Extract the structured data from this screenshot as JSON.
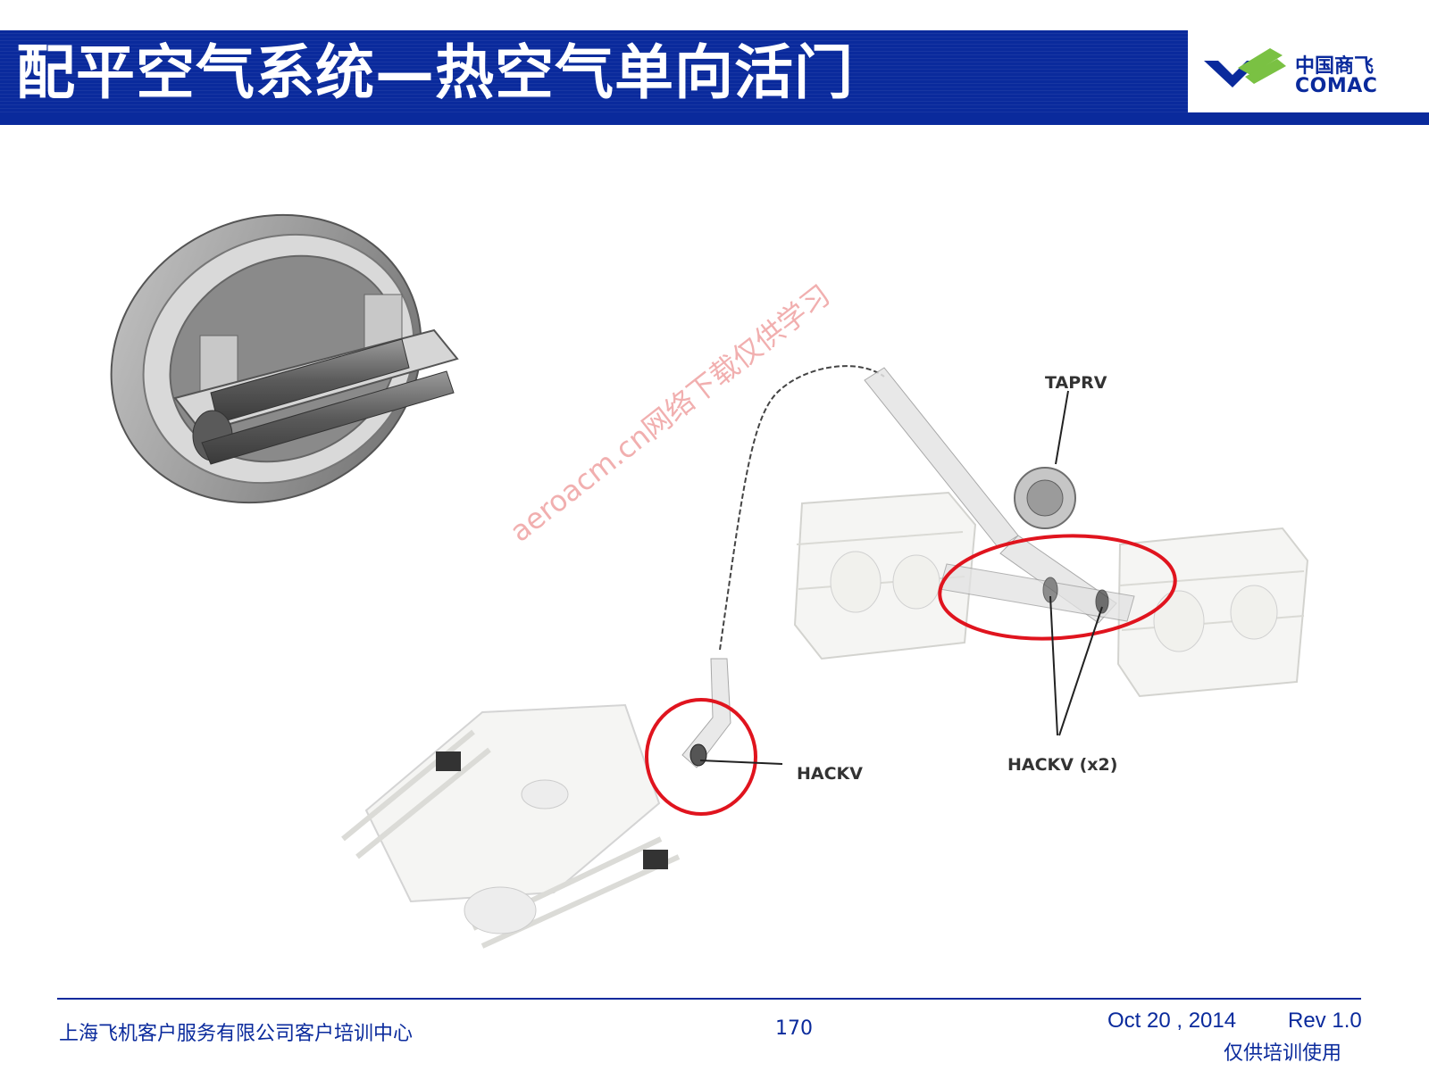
{
  "header": {
    "title": "配平空气系统—热空气单向活门",
    "logo_cn": "中国商飞",
    "logo_en": "COMAC"
  },
  "diagram": {
    "labels": {
      "taprv": "TAPRV",
      "hackv": "HACKV",
      "hackv_x2": "HACKV (x2)"
    },
    "watermark": "aeroacm.cn网络下载仅供学习",
    "highlight_color": "#e0141e"
  },
  "footer": {
    "company": "上海飞机客户服务有限公司客户培训中心",
    "page": "170",
    "date": "Oct 20 , 2014",
    "rev": "Rev 1.0",
    "note": "仅供培训使用"
  },
  "colors": {
    "brand_blue": "#0a2a9c",
    "logo_green": "#7ac143"
  }
}
